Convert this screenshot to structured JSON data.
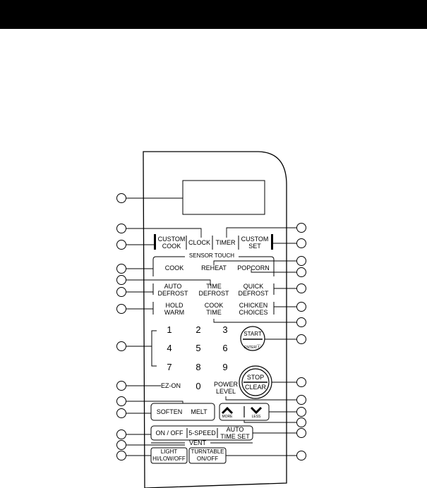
{
  "header": {
    "color": "#000000"
  },
  "panel": {
    "sensor_group_label": "SENSOR TOUCH",
    "vent_group_label": "VENT"
  },
  "buttons": {
    "custom_cook": "CUSTOM\nCOOK",
    "clock": "CLOCK",
    "timer": "TIMER",
    "custom_set": "CUSTOM\nSET",
    "cook": "COOK",
    "reheat": "REHEAT",
    "popcorn": "POPCORN",
    "auto_defrost": "AUTO\nDEFROST",
    "time_defrost": "TIME\nDEFROST",
    "quick_defrost": "QUICK\nDEFROST",
    "hold_warm": "HOLD\nWARM",
    "cook_time": "COOK\nTIME",
    "chicken_choices": "CHICKEN\nCHOICES",
    "start": "START",
    "enter": "ENTER",
    "stop": "STOP",
    "clear": "CLEAR",
    "ez_on": "EZ-ON",
    "power_level": "POWER\nLEVEL",
    "soften": "SOFTEN",
    "melt": "MELT",
    "more": "MORE",
    "less": "LESS",
    "on_off": "ON / OFF",
    "five_speed": "5-SPEED",
    "auto_time_set": "AUTO\nTIME SET",
    "light": "LIGHT\nHI/LOW/OFF",
    "turntable": "TURNTABLE\nON/OFF"
  },
  "keypad": [
    "1",
    "2",
    "3",
    "4",
    "5",
    "6",
    "7",
    "8",
    "9",
    "0"
  ]
}
